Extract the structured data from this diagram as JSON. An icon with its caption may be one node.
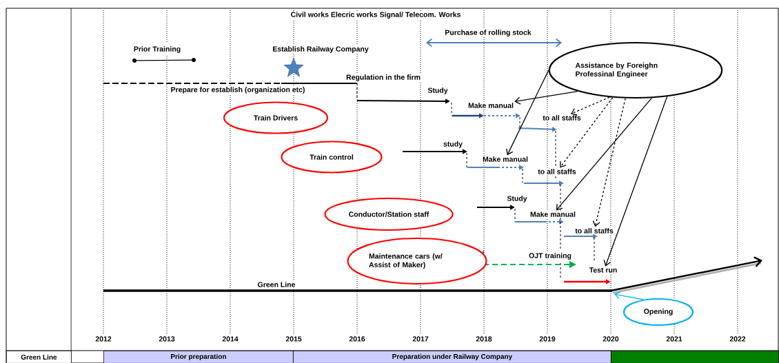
{
  "diagram": {
    "nodes": [
      {
        "text": [
          "Assistance by Foreighn Professinal Engineer"
        ]
      },
      {
        "text": [
          "Make manual"
        ]
      },
      {
        "text": [
          "to all staffs"
        ]
      },
      {
        "text": [
          "Train Drivers"
        ]
      },
      {
        "text": [
          "Make manual"
        ]
      },
      {
        "text": [
          "Train control"
        ]
      },
      {
        "text": [
          "to all staffs"
        ]
      },
      {
        "text": [
          "Make manual"
        ]
      },
      {
        "text": [
          "Conductor/Station staff"
        ]
      },
      {
        "text": [
          "to all staffs"
        ]
      },
      {
        "text": [
          "Maintenance cars (w/ Assist of Maker)"
        ]
      },
      {
        "text": [
          "Test run"
        ]
      },
      {
        "text": [
          "Opening"
        ]
      },
      {
        "text": [
          "Green Line"
        ]
      },
      {
        "text": [
          "Prior preparation"
        ]
      },
      {
        "text": [
          "Preparation under Railway Company"
        ]
      },
      {
        "text": [],
        "shape": "bar"
      }
    ],
    "edges": [
      {
        "from": 0,
        "to": 1,
        "arrow": "to"
      },
      {
        "from": 0,
        "to": 4,
        "arrow": "to"
      },
      {
        "from": 0,
        "to": 7,
        "arrow": "to"
      },
      {
        "from": 0,
        "to": 11,
        "arrow": "to"
      },
      {
        "from": 0,
        "to": 2,
        "arrow": "to",
        "style": "dashed"
      },
      {
        "from": 0,
        "to": 6,
        "arrow": "to",
        "style": "dashed"
      },
      {
        "from": 0,
        "to": 9,
        "arrow": "to",
        "style": "dashed"
      },
      {
        "from": 12,
        "to": null,
        "arrow": "to",
        "color": "#00b0f0"
      }
    ],
    "labels": [
      "Civil works Elecric works Signal/ Telecom. Works",
      "Purchase of rolling stock",
      "Prior Training",
      "Establish Railway Company",
      "Regulation in the firm",
      "Prepare for establish (organization etc)",
      "Study",
      "study",
      "Study",
      "OJT training",
      "Green Line",
      "2012",
      "2013",
      "2014",
      "2015",
      "2016",
      "2017",
      "2018",
      "2019",
      "2020",
      "2021",
      "2022"
    ]
  }
}
